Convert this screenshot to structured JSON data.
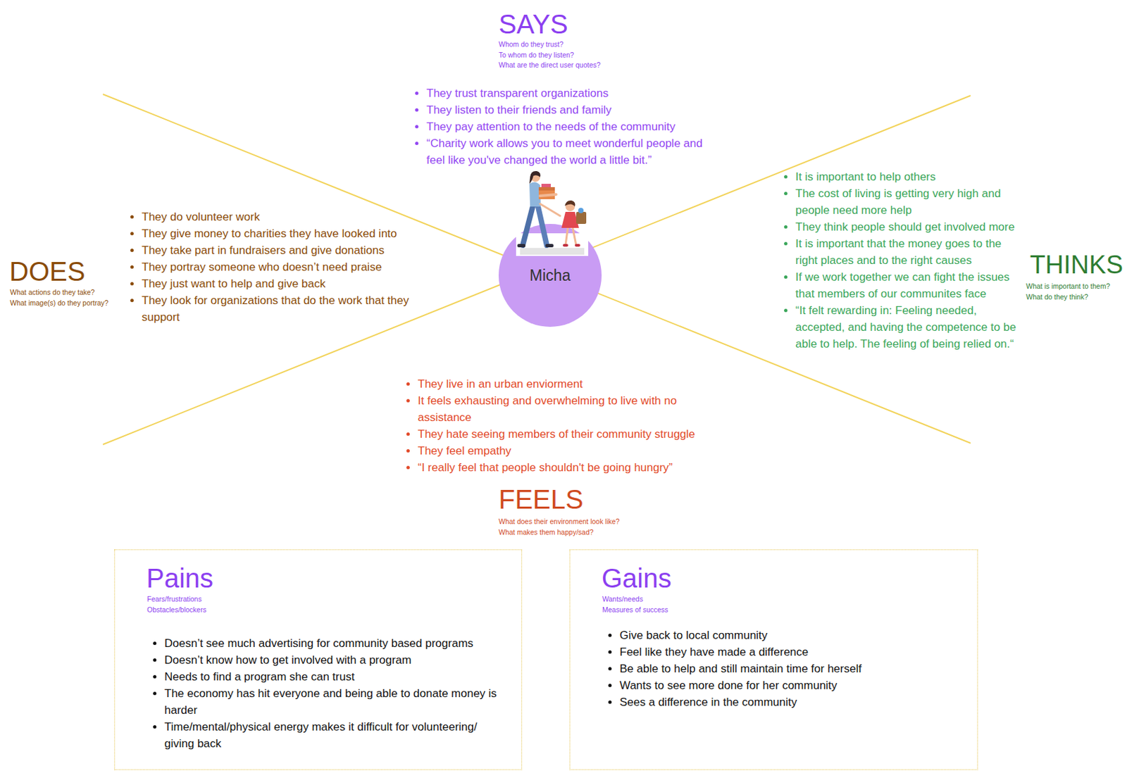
{
  "diagram": {
    "nodes": [
      {
        "text": [
          "Micha"
        ]
      },
      {
        "text": [
          "Pains",
          "Fears/frustrations",
          "Obstacles/blockers",
          "Doesn’t see much advertising for community based programs",
          "Doesn’t know how to get involved with a program",
          "Needs to find a program she can trust",
          "The economy has hit everyone and being able to donate money is harder",
          "Time/mental/physical energy makes it difficult for volunteering/ giving back"
        ]
      },
      {
        "text": [
          "Gains",
          "Wants/needs",
          "Measures of success",
          "Give back to local community",
          "Feel like they have made a difference",
          "Be able to help and still maintain time for herself",
          "Wants to see more done for her community",
          "Sees a difference in the community"
        ]
      }
    ],
    "labels": [
      "SAYS",
      "Whom do they trust?",
      "To whom do they listen?",
      "What are the direct user quotes?",
      "They trust transparent organizations",
      "They listen to their friends and family",
      "They pay attention to the needs of the community",
      "“Charity work allows you to meet wonderful people and feel like you've changed the world a little bit.”",
      "DOES",
      "What actions do they take?",
      "What image(s) do they portray?",
      "They do volunteer work",
      "They give money to charities they have looked into",
      "They take part in fundraisers and give donations",
      "They portray someone who doesn’t need praise",
      "They just want to help and give back",
      "They look for organizations that do the work that they support",
      "THINKS",
      "What is important to them?",
      "What do they think?",
      "It is important to help others",
      "The cost of living is getting very high and people need more help",
      "They think people should get involved more",
      "It is important that the money goes to the right places and to the right causes",
      "If we work together we can fight the issues that members of our communites face",
      "“It felt rewarding in: Feeling needed, accepted, and having the competence to be able to help. The feeling of being relied on.“",
      "FEELS",
      "What does their environment look like?",
      "What makes them happy/sad?",
      "They live in an urban enviorment",
      "It feels exhausting and overwhelming to live with no assistance",
      "They hate seeing members of their community struggle",
      "They feel empathy",
      "“I really feel that people shouldn't be going hungry”"
    ]
  }
}
